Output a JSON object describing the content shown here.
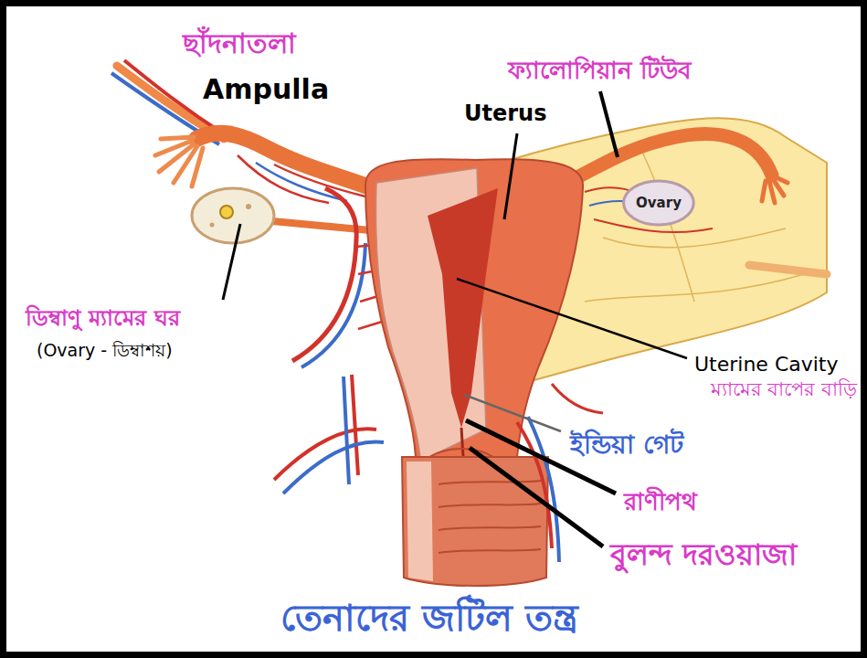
{
  "diagram": {
    "caption": "তেনাদের জটিল তন্ত্র",
    "nodes": [
      {
        "text": [
          "Ovary"
        ]
      }
    ],
    "labels": [
      "ছাঁদনাতলা",
      "Ampulla",
      "ফ্যালোপিয়ান টিউব",
      "Uterus",
      "ডিম্বাণু ম্যামের ঘর",
      "(Ovary - ডিম্বাশয়)",
      "Uterine Cavity",
      "ম্যামের বাপের বাড়ি",
      "ইন্ডিয়া গেট",
      "রাণীপথ",
      "বুলন্দ দরওয়াজা"
    ]
  }
}
